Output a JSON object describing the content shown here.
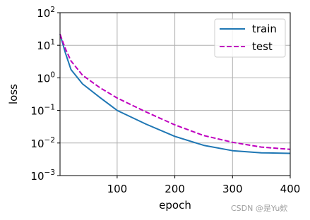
{
  "chart_data": {
    "type": "line",
    "xlabel": "epoch",
    "ylabel": "loss",
    "yscale": "log",
    "xlim": [
      1,
      400
    ],
    "ylim": [
      0.001,
      100
    ],
    "x_ticks": [
      100,
      200,
      300,
      400
    ],
    "y_ticks": [
      {
        "value": 0.001,
        "base": "10",
        "exp": "−3"
      },
      {
        "value": 0.01,
        "base": "10",
        "exp": "−2"
      },
      {
        "value": 0.1,
        "base": "10",
        "exp": "−1"
      },
      {
        "value": 1,
        "base": "10",
        "exp": "0"
      },
      {
        "value": 10,
        "base": "10",
        "exp": "1"
      },
      {
        "value": 100,
        "base": "10",
        "exp": "2"
      }
    ],
    "grid": true,
    "legend_position": "top-right",
    "x": [
      1,
      10,
      20,
      40,
      70,
      100,
      150,
      200,
      250,
      300,
      350,
      400
    ],
    "series": [
      {
        "name": "train",
        "color": "#1f77b4",
        "style": "solid",
        "values": [
          22,
          6,
          1.8,
          0.65,
          0.25,
          0.1,
          0.038,
          0.016,
          0.0085,
          0.0058,
          0.005,
          0.0048
        ]
      },
      {
        "name": "test",
        "color": "#bf00bf",
        "style": "dashed",
        "values": [
          22,
          8,
          3.3,
          1.2,
          0.5,
          0.24,
          0.09,
          0.036,
          0.017,
          0.0105,
          0.0075,
          0.0064
        ]
      }
    ]
  },
  "watermark": "CSDN @是Yu欸"
}
